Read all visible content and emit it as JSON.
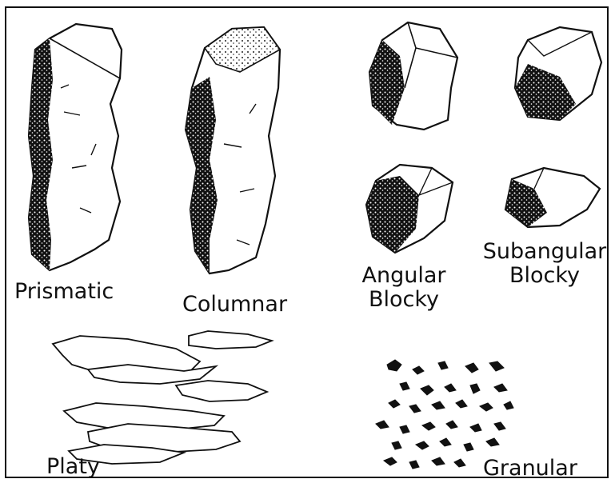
{
  "figure": {
    "labels": {
      "prismatic": "Prismatic",
      "columnar": "Columnar",
      "angular_blocky_line1": "Angular",
      "angular_blocky_line2": "Blocky",
      "subangular_blocky_line1": "Subangular",
      "subangular_blocky_line2": "Blocky",
      "platy": "Platy",
      "granular": "Granular"
    }
  }
}
